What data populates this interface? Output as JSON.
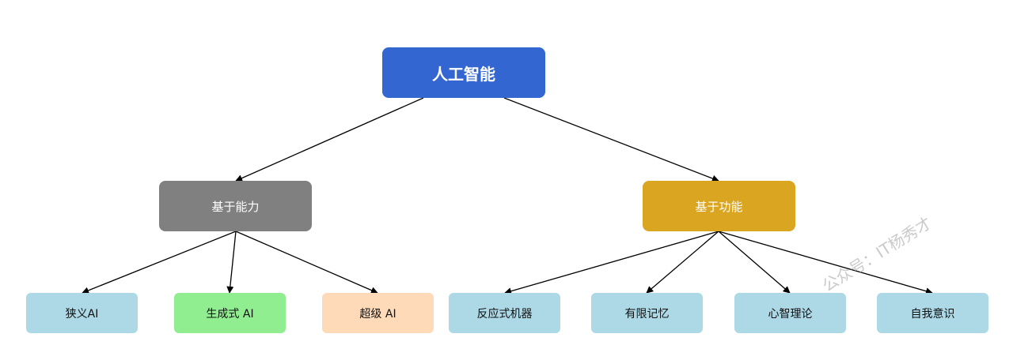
{
  "diagram": {
    "root": {
      "label": "人工智能",
      "color": "#3366d1"
    },
    "branches": [
      {
        "label": "基于能力",
        "color": "#808080",
        "children": [
          {
            "label": "狭义AI",
            "color": "#add8e6"
          },
          {
            "label": "生成式 AI",
            "color": "#90ee90"
          },
          {
            "label": "超级 AI",
            "color": "#ffdab9"
          }
        ]
      },
      {
        "label": "基于功能",
        "color": "#daa520",
        "children": [
          {
            "label": "反应式机器",
            "color": "#add8e6"
          },
          {
            "label": "有限记忆",
            "color": "#add8e6"
          },
          {
            "label": "心智理论",
            "color": "#add8e6"
          },
          {
            "label": "自我意识",
            "color": "#add8e6"
          }
        ]
      }
    ]
  },
  "watermark": "公众号：IT杨秀才"
}
